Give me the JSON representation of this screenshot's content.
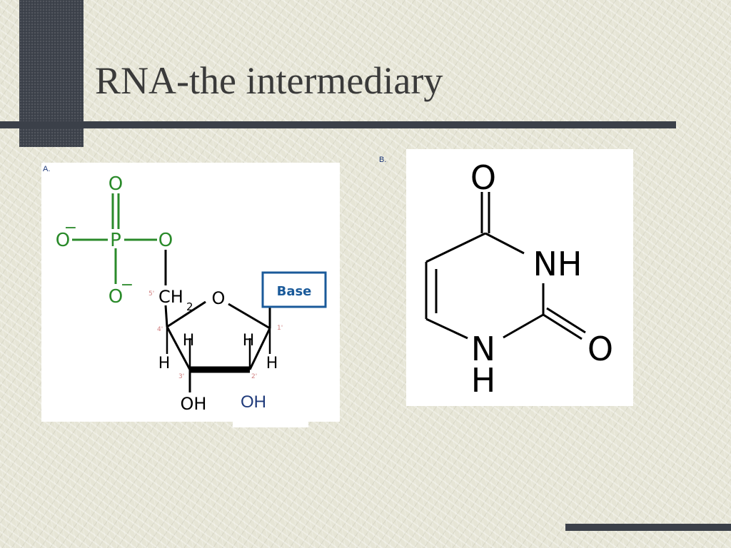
{
  "slide": {
    "title": "RNA-the intermediary",
    "label_a": "A.",
    "label_b": "B.",
    "oh_annotation": "OH"
  },
  "figure_a": {
    "phosphate": {
      "O_top": "O",
      "O_left": "O",
      "P": "P",
      "O_right": "O",
      "O_bottom": "O",
      "charge": "−"
    },
    "sugar": {
      "ch2": "CH",
      "ch2_sub": "2",
      "ring_O": "O",
      "H_4": "H",
      "H_3": "H",
      "H_2": "H",
      "H_1": "H",
      "OH_3": "OH",
      "positions": [
        "5'",
        "4'",
        "3'",
        "2'",
        "1'"
      ]
    },
    "base_label": "Base"
  },
  "figure_b": {
    "O_top": "O",
    "NH": "NH",
    "O_right": "O",
    "N_bottom": "N",
    "H_bottom": "H"
  },
  "colors": {
    "background": "#e6e5d6",
    "dark_block": "#3b4049",
    "phosphate_green": "#2a8a2a",
    "base_box_blue": "#1a5a9a",
    "annotation_blue": "#1f3a7a"
  }
}
